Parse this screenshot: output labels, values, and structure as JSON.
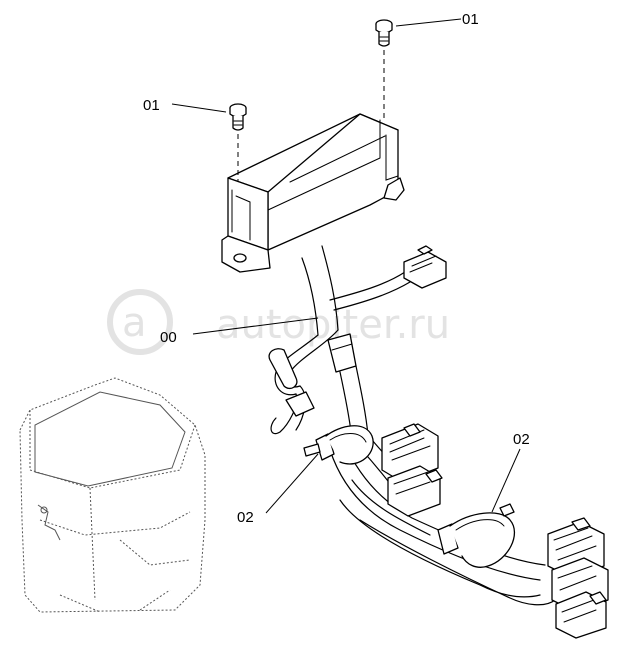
{
  "watermark": {
    "text": "autopiter.ru",
    "color": "#e3e3e3"
  },
  "callouts": {
    "bolt_top": "01",
    "bolt_left": "01",
    "harness": "00",
    "clamp_left": "02",
    "clamp_right": "02"
  }
}
